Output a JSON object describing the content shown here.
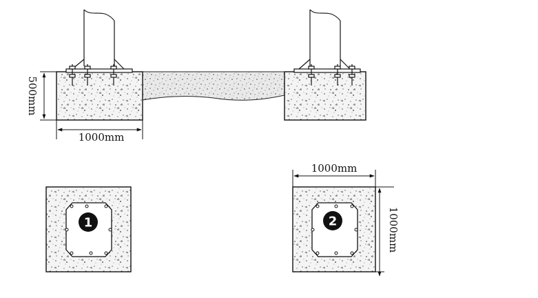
{
  "elevation": {
    "height_label": "500mm",
    "width_label": "1000mm"
  },
  "plans": [
    {
      "id": "plan-1",
      "badge": "1"
    },
    {
      "id": "plan-2",
      "badge": "2",
      "width_label": "1000mm",
      "height_label": "1000mm"
    }
  ]
}
